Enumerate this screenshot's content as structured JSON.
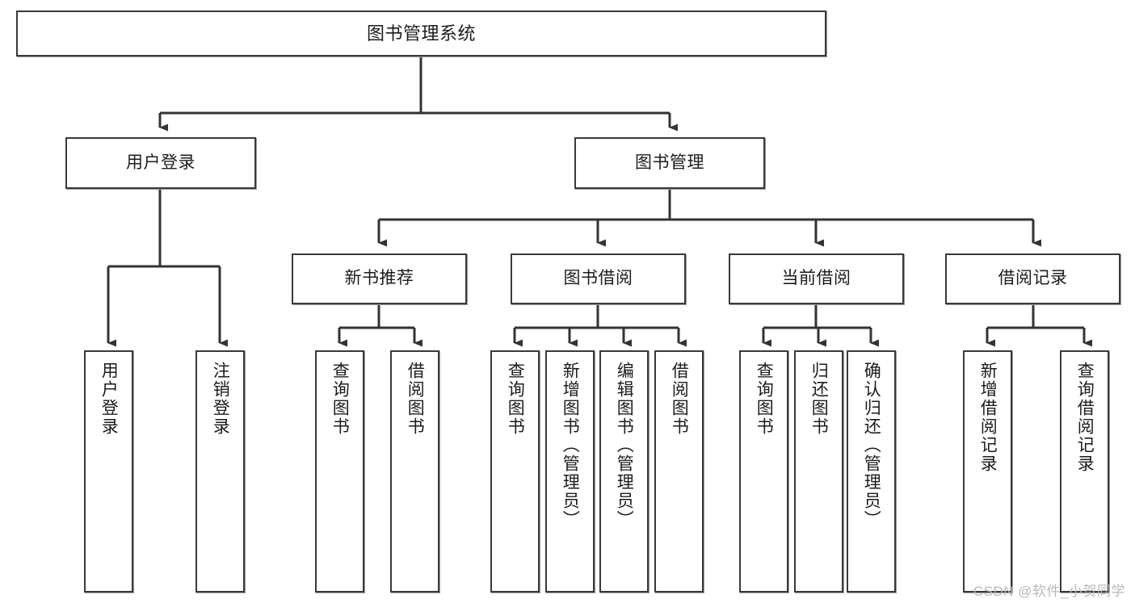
{
  "diagram": {
    "title": "图书管理系统",
    "watermark": "CSDN @软件_小贺同学",
    "line_color": "#333333",
    "box_border_color": "#3a3a3a",
    "background": "#ffffff",
    "nodes": {
      "root": "图书管理系统",
      "level2": {
        "user_login": "用户登录",
        "book_manage": "图书管理"
      },
      "level3": {
        "new_book_rec": "新书推荐",
        "book_borrow": "图书借阅",
        "current_borrow": "当前借阅",
        "borrow_record": "借阅记录"
      },
      "leaves": {
        "user_login_1": "用户登录",
        "user_login_2": "注销登录",
        "new_book_rec_1": "查询图书",
        "new_book_rec_2": "借阅图书",
        "book_borrow_1": "查询图书",
        "book_borrow_2": "新增图书（管理员）",
        "book_borrow_3": "编辑图书（管理员）",
        "book_borrow_4": "借阅图书",
        "current_borrow_1": "查询图书",
        "current_borrow_2": "归还图书",
        "current_borrow_3": "确认归还（管理员）",
        "borrow_record_1": "新增借阅记录",
        "borrow_record_2": "查询借阅记录"
      }
    }
  }
}
